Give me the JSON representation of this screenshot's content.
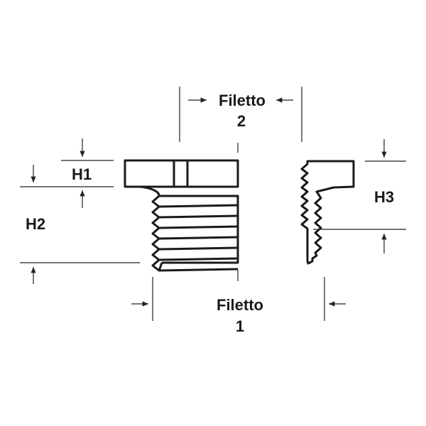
{
  "labels": {
    "thread2_word": "Filetto",
    "thread2_num": "2",
    "thread1_word": "Filetto",
    "thread1_num": "1",
    "h1": "H1",
    "h2": "H2",
    "h3": "H3"
  },
  "colors": {
    "line": "#1a1a1a",
    "background": "#ffffff"
  }
}
